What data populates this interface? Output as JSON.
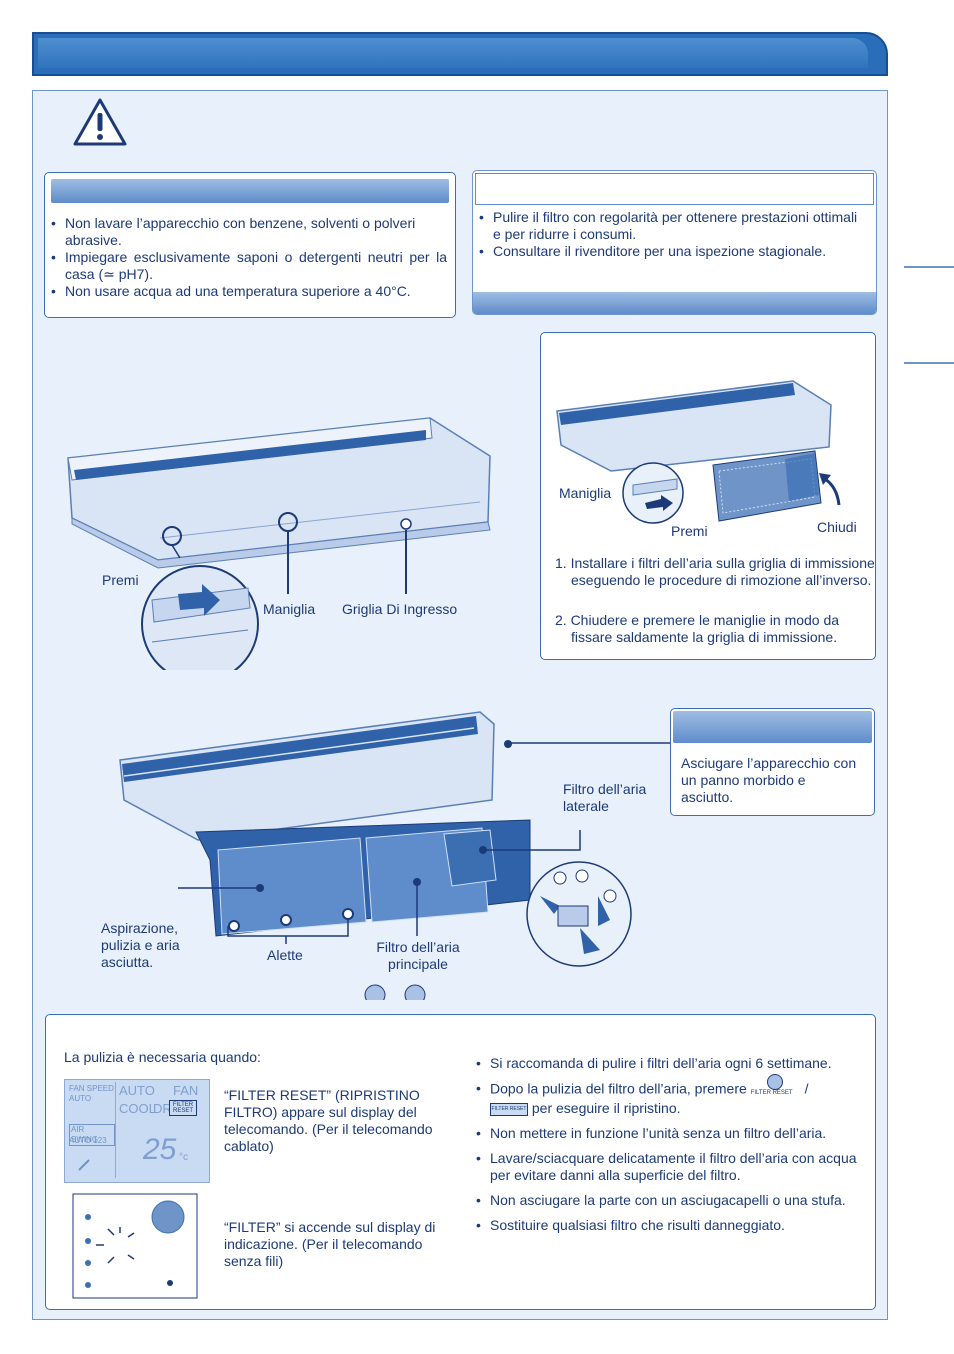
{
  "caution_box": {
    "items": [
      "Non lavare l’apparecchio con benzene, solventi o polveri abrasive.",
      "Impiegare esclusivamente saponi o detergenti neutri per la casa (≃ pH7).",
      "Non usare acqua ad una temperatura superiore a 40°C."
    ]
  },
  "tips_box": {
    "items": [
      "Pulire il filtro con regolarità per ottenere prestazioni ottimali e per ridurre i consumi.",
      "Consultare il rivenditore per una ispezione stagionale."
    ]
  },
  "removal": {
    "premi": "Premi",
    "maniglia": "Maniglia",
    "griglia": "Griglia Di Ingresso"
  },
  "install": {
    "maniglia": "Maniglia",
    "premi": "Premi",
    "chiudi": "Chiudi",
    "steps": [
      "1. Installare i filtri dell’aria sulla griglia di immissione eseguendo le procedure di rimozione all’inverso.",
      "2. Chiudere e premere le maniglie in modo da fissare saldamente la griglia di immissione."
    ]
  },
  "unit_box": {
    "text": "Asciugare l’apparecchio con un panno morbido e asciutto."
  },
  "filters": {
    "laterale": "Filtro dell’aria laterale",
    "aspirazione": "Aspirazione, pulizia e aria asciutta.",
    "alette": "Alette",
    "principale": "Filtro dell’aria principale"
  },
  "bottom": {
    "intro": "La pulizia è necessaria quando:",
    "wired_text": "“FILTER RESET” (RIPRISTINO FILTRO) appare sul display del telecomando. (Per il telecomando cablato)",
    "wireless_text": "“FILTER” si accende sul display di indicazione. (Per il telecomando senza fili)",
    "lcd": {
      "fan_speed": "FAN SPEED",
      "auto": "AUTO",
      "air_swing": "AIR SWING",
      "auto123": "AUTO 123",
      "mode_auto": "AUTO",
      "mode_fan": "FAN",
      "mode_cool": "COOL",
      "mode_dry": "DRY",
      "filter_reset": "FILTER RESET",
      "temp": "25",
      "unit": "°c"
    },
    "bullets_1": "Si raccomanda di pulire i filtri dell’aria ogni 6 settimane.",
    "bullets_2a": "Dopo la pulizia del filtro dell’aria, premere",
    "filter_reset_small": "FILTER RESET",
    "slash": "/",
    "filter_reset_btn": "FILTER RESET",
    "bullets_2b": "per eseguire il ripristino.",
    "bullets_3": "Non mettere in funzione l’unità senza un filtro dell’aria.",
    "bullets_4": "Lavare/sciacquare delicatamente il filtro dell’aria con acqua per evitare danni alla superficie del filtro.",
    "bullets_5": "Non asciugare la parte con un asciugacapelli o una stufa.",
    "bullets_6": "Sostituire qualsiasi filtro che risulti danneggiato."
  }
}
